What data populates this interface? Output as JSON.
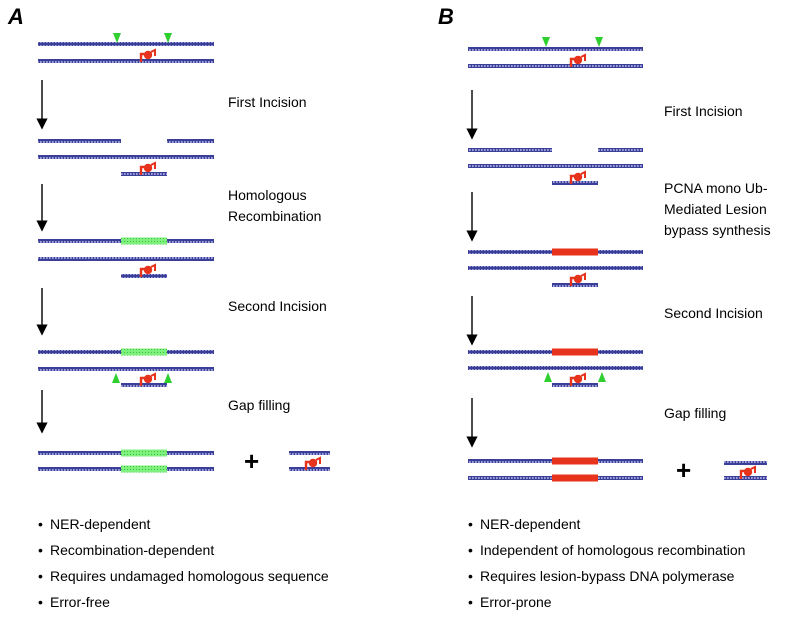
{
  "panels": [
    {
      "letter": "A",
      "steps": [
        "First Incision",
        "Homologous\nRecombination",
        "Second Incision",
        "Gap filling"
      ],
      "bullets": [
        "NER-dependent",
        "Recombination-dependent",
        "Requires undamaged homologous sequence",
        "Error-free"
      ],
      "plus": "+"
    },
    {
      "letter": "B",
      "steps": [
        "First Incision",
        "PCNA mono Ub-\nMediated Lesion\nbypass synthesis",
        "Second Incision",
        "Gap filling"
      ],
      "bullets": [
        "NER-dependent",
        "Independent of homologous recombination",
        "Requires lesion-bypass DNA polymerase",
        "Error-prone"
      ],
      "plus": "+"
    }
  ],
  "colors": {
    "dna_strand": "#3b3f9a",
    "incision_marker": "#2fcf2f",
    "lesion": "#e8331c",
    "recombination_patch": "#7ef07e",
    "bypass_synthesis_patch": "#e8331c"
  },
  "icons": {
    "incision_marker": "triangle",
    "lesion": "damaged-base-adduct"
  }
}
